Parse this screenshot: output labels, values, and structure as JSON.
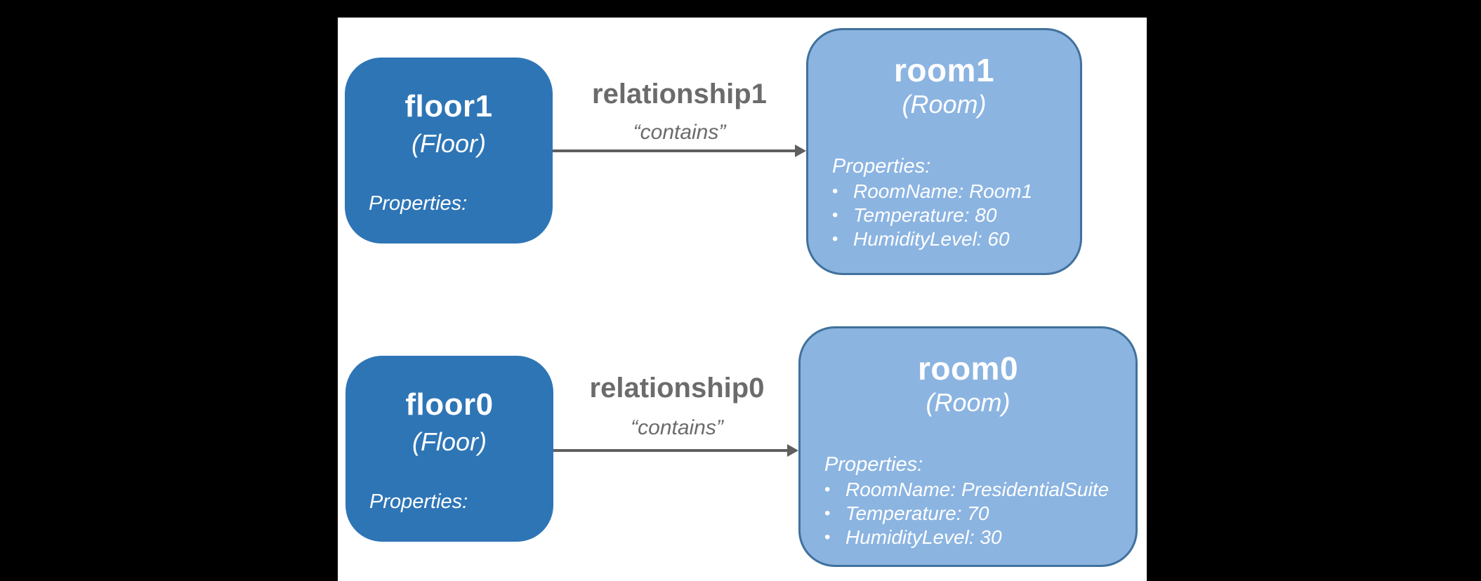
{
  "diagram": {
    "colors": {
      "page_bg": "#000000",
      "canvas_bg": "#FFFFFF",
      "floor_fill": "#2E75B6",
      "room_fill": "#8BB4E1",
      "room_border": "#41719C",
      "node_text": "#FFFFFF",
      "label_gray": "#6B6B6B",
      "arrow_gray": "#5F5F5F"
    },
    "glyphs": {
      "bullet": "•"
    },
    "nodes": [
      {
        "id": "floor1",
        "title": "floor1",
        "type": "(Floor)",
        "properties_label": "Properties:",
        "properties": []
      },
      {
        "id": "room1",
        "title": "room1",
        "type": "(Room)",
        "properties_label": "Properties:",
        "properties": [
          "RoomName: Room1",
          "Temperature: 80",
          "HumidityLevel: 60"
        ]
      },
      {
        "id": "floor0",
        "title": "floor0",
        "type": "(Floor)",
        "properties_label": "Properties:",
        "properties": []
      },
      {
        "id": "room0",
        "title": "room0",
        "type": "(Room)",
        "properties_label": "Properties:",
        "properties": [
          "RoomName: PresidentialSuite",
          "Temperature: 70",
          "HumidityLevel: 30"
        ]
      }
    ],
    "relationships": [
      {
        "name": "relationship1",
        "label": "“contains”",
        "from": "floor1",
        "to": "room1"
      },
      {
        "name": "relationship0",
        "label": "“contains”",
        "from": "floor0",
        "to": "room0"
      }
    ]
  }
}
